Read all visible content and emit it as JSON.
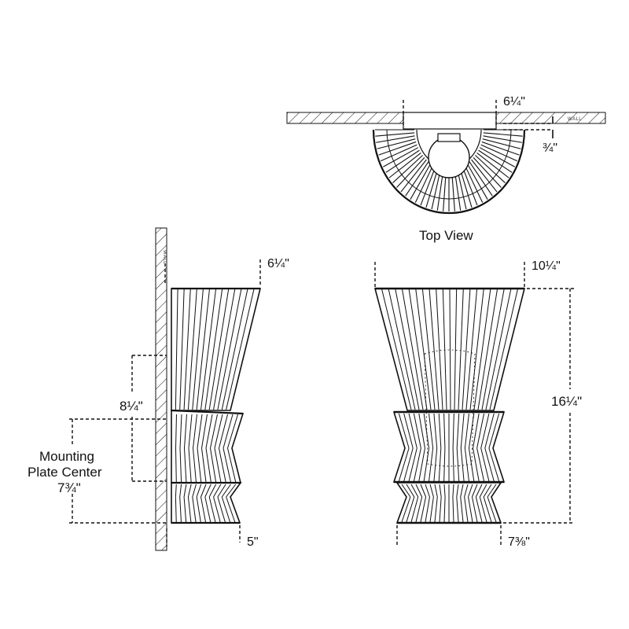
{
  "top_view": {
    "caption": "Top View",
    "wall_label": "WALL",
    "width_dim": "6¼\"",
    "depth_dim": "¾\""
  },
  "side_view": {
    "wall_label": "WALL",
    "top_depth_dim": "6¼\"",
    "bottom_depth_dim": "5\"",
    "plate_height_dim": "8¼\"",
    "mounting_line1": "Mounting",
    "mounting_line2": "Plate Center",
    "mounting_dim": "7¾\""
  },
  "front_view": {
    "top_width_dim": "10¼\"",
    "height_dim": "16¼\"",
    "bottom_width_dim": "7⅜\""
  }
}
